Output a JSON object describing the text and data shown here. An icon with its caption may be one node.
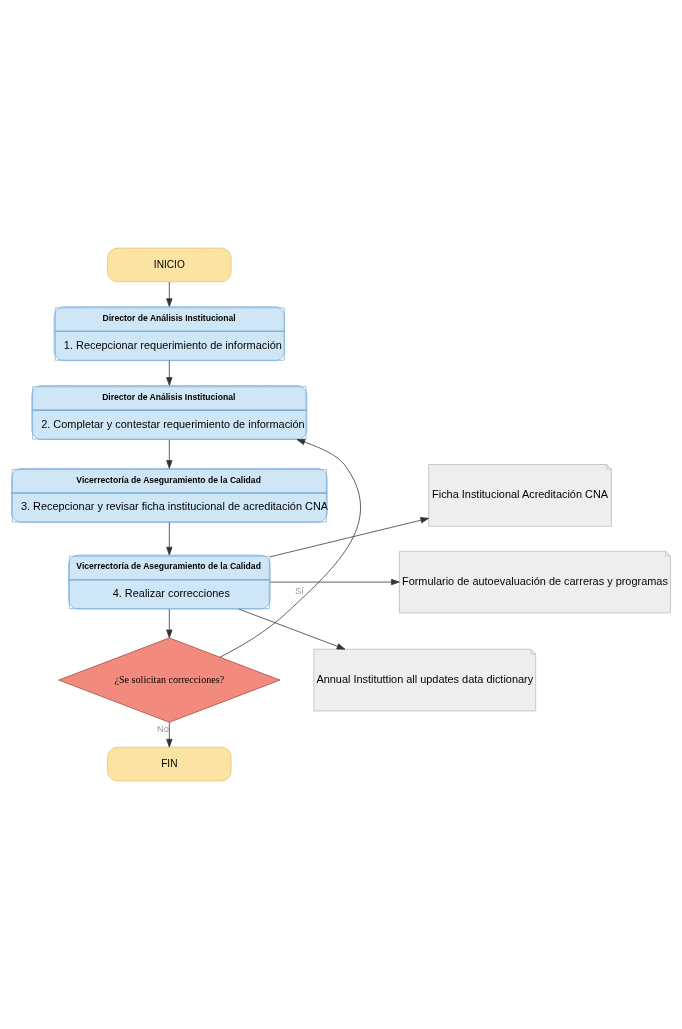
{
  "diagram": {
    "nodes": [
      {
        "text": [
          "INICIO"
        ]
      },
      {
        "text": [
          "Director de Análisis Institucional",
          "1. Recepcionar requerimiento de información"
        ]
      },
      {
        "text": [
          "Director de Análisis Institucional",
          "2. Completar y contestar requerimiento de información"
        ]
      },
      {
        "text": [
          "Vicerrectoría de Aseguramiento de la Calidad",
          "3. Recepcionar y revisar ficha institucional de acreditación CNA"
        ]
      },
      {
        "text": [
          "Vicerrectoría de Aseguramiento de la Calidad",
          "4. Realizar correcciones"
        ]
      },
      {
        "text": [
          "¿Se solicitan correcciones?"
        ]
      },
      {
        "text": [
          "FIN"
        ]
      },
      {
        "text": [
          "Ficha Institucional Acreditación CNA"
        ]
      },
      {
        "text": [
          "Formulario de autoevaluación de carreras y programas"
        ]
      },
      {
        "text": [
          "Annual Instituttion all updates data dictionary"
        ]
      }
    ],
    "edges": [
      {
        "from": 0,
        "to": 1,
        "arrow": "to"
      },
      {
        "from": 1,
        "to": 2,
        "arrow": "to"
      },
      {
        "from": 2,
        "to": 3,
        "arrow": "to"
      },
      {
        "from": 3,
        "to": 4,
        "arrow": "to"
      },
      {
        "from": 4,
        "to": 5,
        "arrow": "to"
      },
      {
        "from": 5,
        "to": 2,
        "arrow": "to",
        "label": "Sí"
      },
      {
        "from": 5,
        "to": 6,
        "arrow": "to",
        "label": "No"
      },
      {
        "from": 4,
        "to": 7,
        "arrow": "to"
      },
      {
        "from": 4,
        "to": 8,
        "arrow": "to"
      },
      {
        "from": 4,
        "to": 9,
        "arrow": "to"
      }
    ]
  }
}
